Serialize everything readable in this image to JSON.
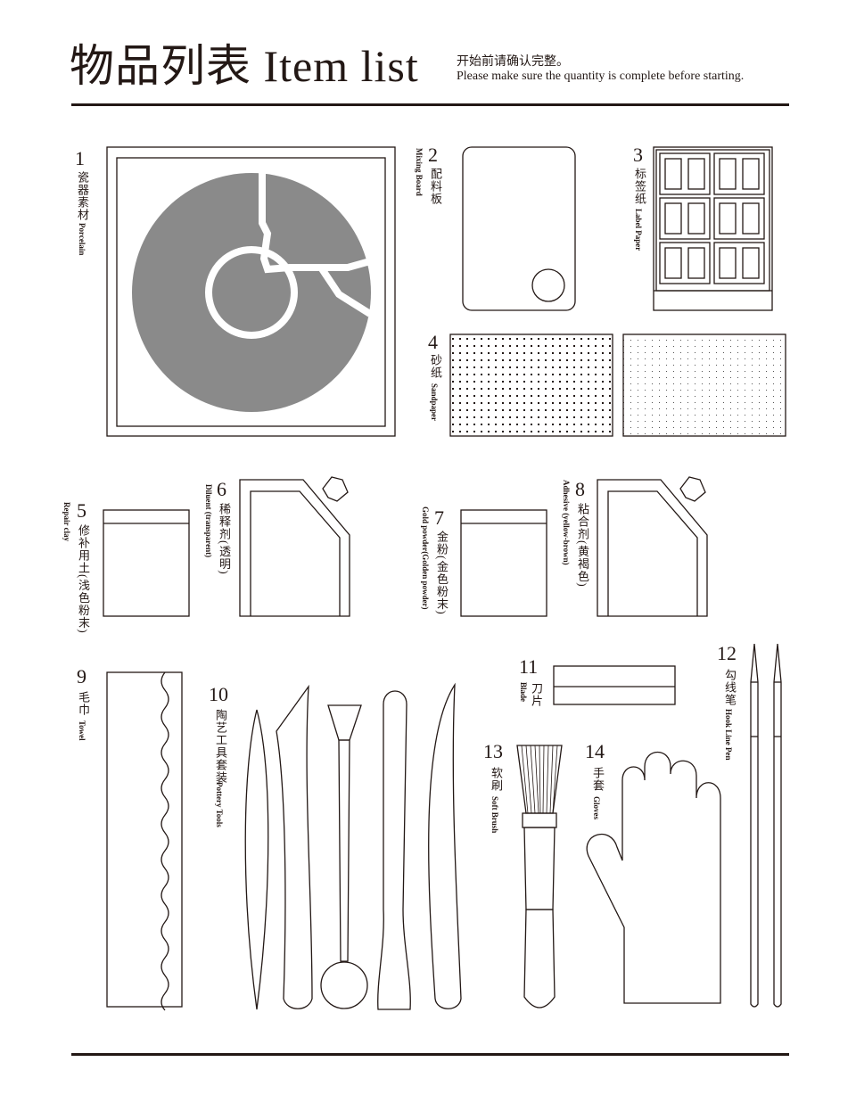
{
  "header": {
    "title": "物品列表 Item list",
    "subtitle_zh": "开始前请确认完整。",
    "subtitle_en": "Please make sure the quantity is complete before starting."
  },
  "items": [
    {
      "number": "1",
      "zh": "瓷器素材",
      "en": "Porcelain"
    },
    {
      "number": "2",
      "zh": "配料板",
      "en": "Mixing Board"
    },
    {
      "number": "3",
      "zh": "标签纸",
      "en": "Label Paper"
    },
    {
      "number": "4",
      "zh": "砂纸",
      "en": "Sandpaper"
    },
    {
      "number": "5",
      "zh": "修补用土(浅色粉末)",
      "en": "Repair clay"
    },
    {
      "number": "6",
      "zh": "稀释剂(透明)",
      "en": "Diluent (transparent)"
    },
    {
      "number": "7",
      "zh": "金粉(金色粉末)",
      "en": "Gold powder(Golden powder)"
    },
    {
      "number": "8",
      "zh": "粘合剂(黄褐色)",
      "en": "Adhesive (yellow-brown)"
    },
    {
      "number": "9",
      "zh": "毛巾",
      "en": "Towel"
    },
    {
      "number": "10",
      "zh": "陶艺工具套装",
      "en": "Pottery Tools"
    },
    {
      "number": "11",
      "zh": "刀片",
      "en": "Blade"
    },
    {
      "number": "12",
      "zh": "勾线笔",
      "en": "Hook Line Pen"
    },
    {
      "number": "13",
      "zh": "软刷",
      "en": "Soft Brush"
    },
    {
      "number": "14",
      "zh": "手套",
      "en": "Gloves"
    }
  ],
  "colors": {
    "ink": "#231815",
    "porcelain": "#8a8a8a"
  }
}
